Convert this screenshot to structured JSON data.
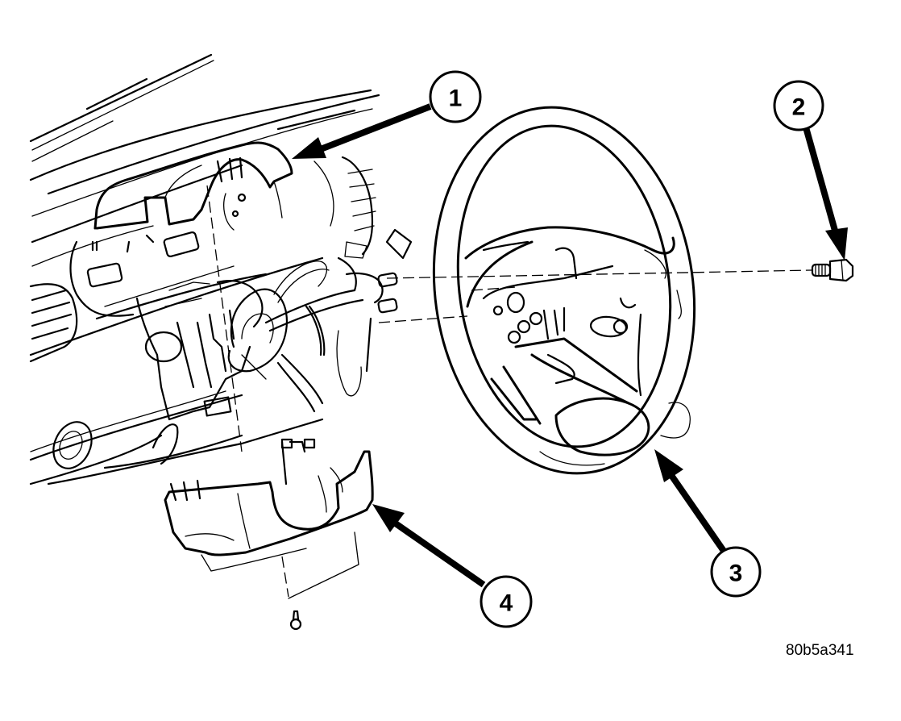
{
  "figure": {
    "id_label": "80b5a341",
    "style": "black line art on white",
    "colors": {
      "ink": "#000000",
      "paper": "#ffffff"
    }
  },
  "callouts": [
    {
      "number": "1",
      "points_to": "upper steering column shroud"
    },
    {
      "number": "2",
      "points_to": "steering wheel retaining bolt"
    },
    {
      "number": "3",
      "points_to": "steering wheel"
    },
    {
      "number": "4",
      "points_to": "lower steering column shroud"
    }
  ],
  "components": [
    "instrument-panel",
    "upper-shroud",
    "steering-column",
    "wiring-harness",
    "steering-wheel",
    "retaining-bolt",
    "lower-shroud",
    "shroud-screw"
  ]
}
